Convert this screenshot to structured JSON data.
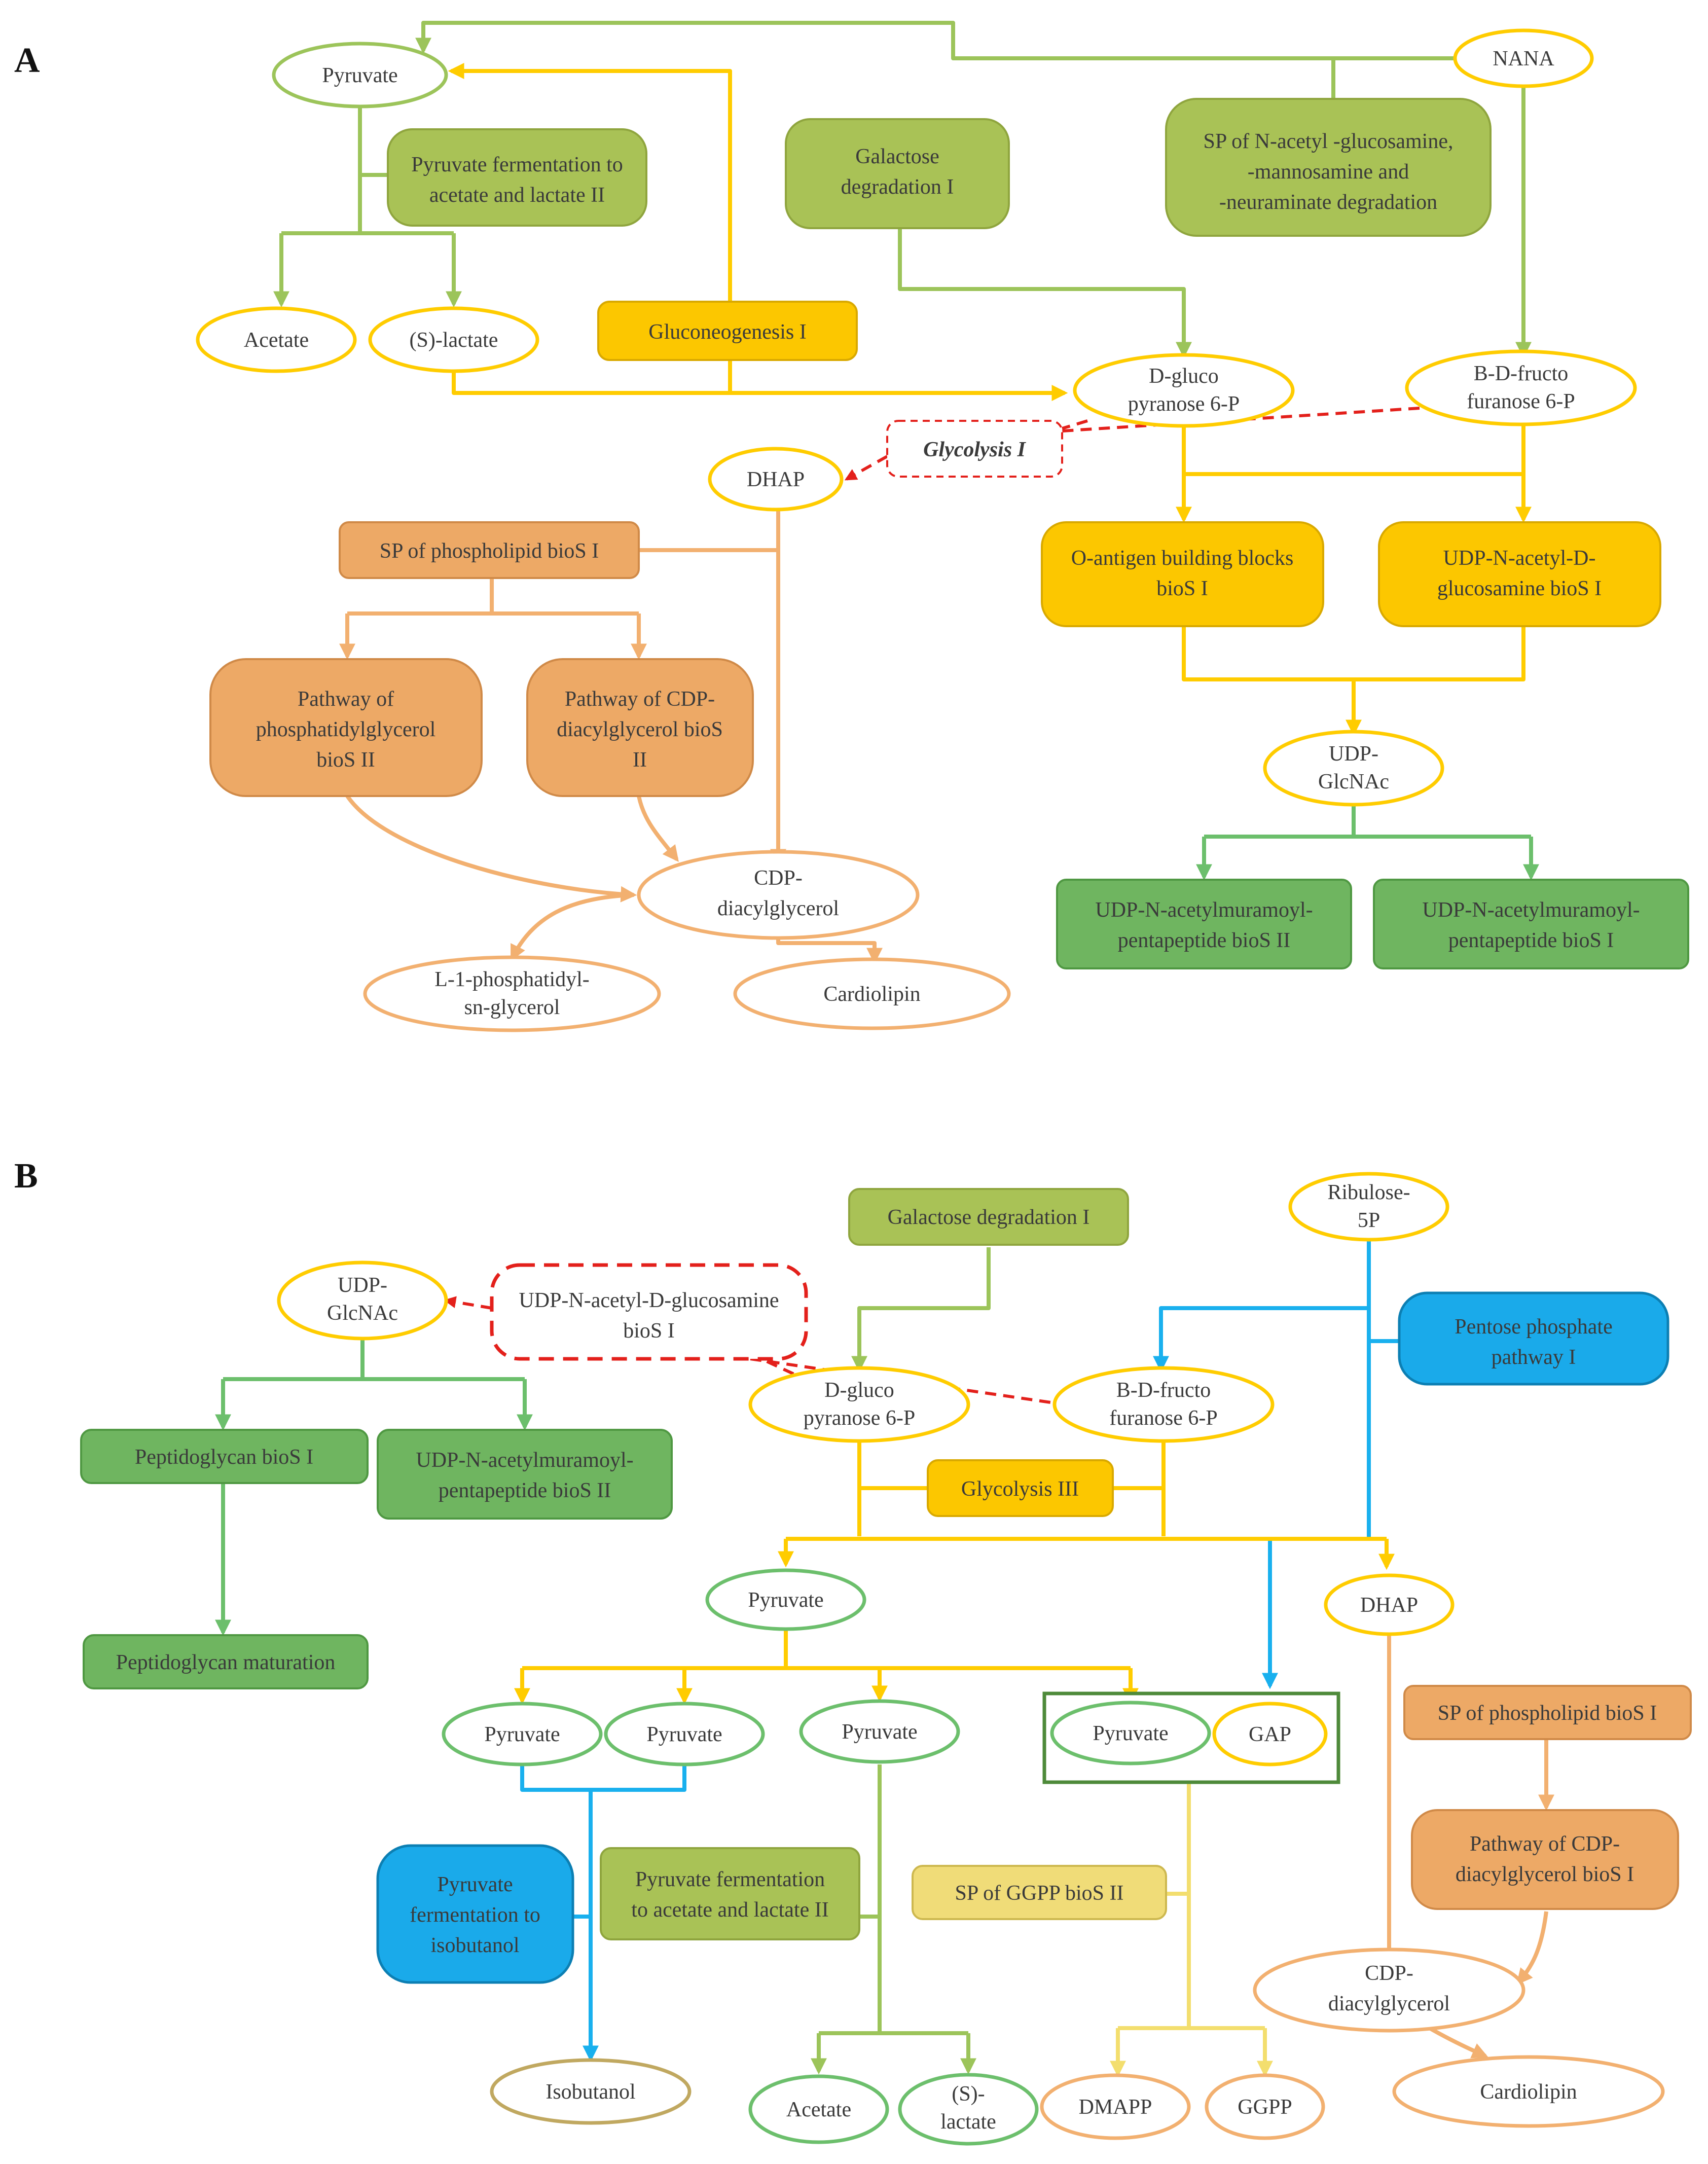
{
  "panels": [
    {
      "letter": "A",
      "metabolites": {
        "pyruvate": "Pyruvate",
        "nana": "NANA",
        "acetate": "Acetate",
        "s_lactate": "(S)-lactate",
        "d_gluco": [
          "D-gluco",
          "pyranose 6-P"
        ],
        "b_d_fructo": [
          "B-D-fructo",
          "furanose 6-P"
        ],
        "dhap": "DHAP",
        "udp_glcnac": [
          "UDP-",
          "GlcNAc"
        ],
        "cdp_diacylglycerol": [
          "CDP-",
          "diacylglycerol"
        ],
        "l1_phosphatidyl": [
          "L-1-phosphatidyl-",
          "sn-glycerol"
        ],
        "cardiolipin": "Cardiolipin"
      },
      "pathways": {
        "pyruvate_fermentation": [
          "Pyruvate fermentation to",
          "acetate and lactate II"
        ],
        "galactose_degradation": [
          "Galactose",
          "degradation I"
        ],
        "sp_n_acetyl": [
          "SP of N-acetyl -glucosamine,",
          "-mannosamine and",
          "-neuraminate degradation"
        ],
        "gluconeogenesis": "Gluconeogenesis I",
        "glycolysis": "Glycolysis I",
        "sp_phospholipid": "SP of phospholipid bioS I",
        "o_antigen": [
          "O-antigen building blocks",
          "bioS I"
        ],
        "udp_n_acetyl_d_glucosamine": [
          "UDP-N-acetyl-D-",
          "glucosamine bioS I"
        ],
        "phosphatidylglycerol": [
          "Pathway of",
          "phosphatidylglycerol",
          "bioS II"
        ],
        "cdp_diacylglycerol_bios": [
          "Pathway of CDP-",
          "diacylglycerol bioS",
          "II"
        ],
        "udp_muramoyl_ii": [
          "UDP-N-acetylmuramoyl-",
          "pentapeptide bioS II"
        ],
        "udp_muramoyl_i": [
          "UDP-N-acetylmuramoyl-",
          "pentapeptide bioS I"
        ]
      }
    },
    {
      "letter": "B",
      "metabolites": {
        "ribulose": [
          "Ribulose-",
          "5P"
        ],
        "udp_glcnac": [
          "UDP-",
          "GlcNAc"
        ],
        "d_gluco": [
          "D-gluco",
          "pyranose 6-P"
        ],
        "b_d_fructo": [
          "B-D-fructo",
          "furanose 6-P"
        ],
        "pyruvate_main": "Pyruvate",
        "dhap": "DHAP",
        "pyruvate_1": "Pyruvate",
        "pyruvate_2": "Pyruvate",
        "pyruvate_3": "Pyruvate",
        "pyruvate_4": "Pyruvate",
        "gap": "GAP",
        "cdp_diacylglycerol": [
          "CDP-",
          "diacylglycerol"
        ],
        "isobutanol": "Isobutanol",
        "acetate": "Acetate",
        "s_lactate": [
          "(S)-",
          "lactate"
        ],
        "dmapp": "DMAPP",
        "ggpp": "GGPP",
        "cardiolipin": "Cardiolipin"
      },
      "pathways": {
        "galactose_degradation": "Galactose degradation I",
        "udp_n_acetyl_d_glucosamine": [
          "UDP-N-acetyl-D-glucosamine",
          "bioS I"
        ],
        "pentose_phosphate": [
          "Pentose phosphate",
          "pathway I"
        ],
        "peptidoglycan_bios": "Peptidoglycan bioS I",
        "udp_muramoyl_ii": [
          "UDP-N-acetylmuramoyl-",
          "pentapeptide bioS II"
        ],
        "glycolysis": "Glycolysis III",
        "peptidoglycan_maturation": "Peptidoglycan maturation",
        "sp_phospholipid": "SP of phospholipid bioS I",
        "pyruvate_isobutanol": [
          "Pyruvate",
          "fermentation to",
          "isobutanol"
        ],
        "pyruvate_fermentation": [
          "Pyruvate fermentation",
          "to acetate and lactate II"
        ],
        "sp_ggpp": "SP of GGPP bioS II",
        "cdp_diacylglycerol_bios": [
          "Pathway of CDP-",
          "diacylglycerol bioS I"
        ]
      }
    }
  ],
  "colors": {
    "lightGreen": "#9CC45A",
    "oliveBox": "#A9C256",
    "midGreen": "#6CBF6C",
    "darkGreenBox": "#6FB560",
    "yellow": "#FFCC00",
    "goldBox": "#FCC700",
    "orange": "#F2B070",
    "orangeBox": "#EDA966",
    "blue": "#19B0EE",
    "blueBox": "#1AAAEA",
    "red": "#E3201B",
    "paleYellow": "#F3DE6E",
    "paleYellowBox": "#F0DC78",
    "olive": "#C0A860"
  }
}
